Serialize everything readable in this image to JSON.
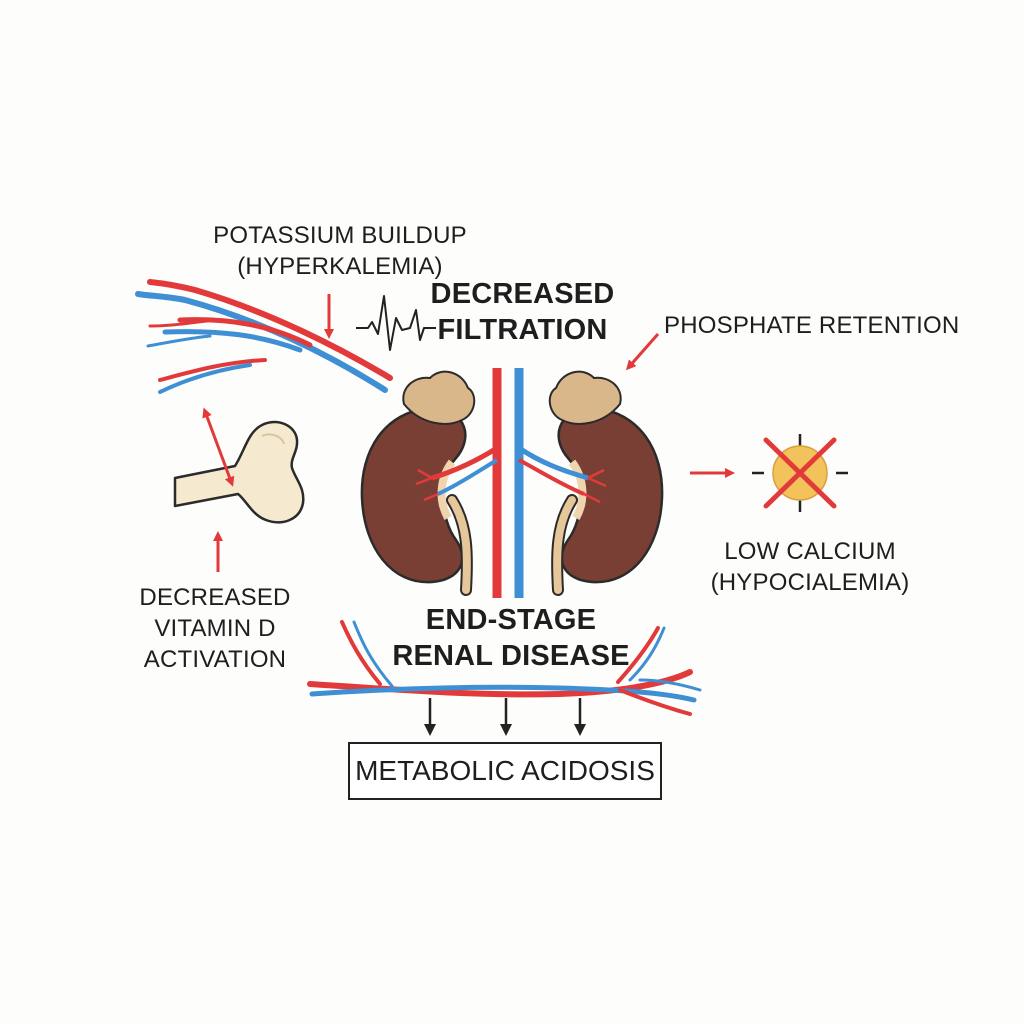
{
  "labels": {
    "potassium": {
      "line1": "POTASSIUM BUILDUP",
      "line2": "(HYPERKALEMIA)"
    },
    "filtration": {
      "line1": "DECREASED",
      "line2": "FILTRATION"
    },
    "phosphate": {
      "line1": "PHOSPHATE RETENTION"
    },
    "calcium": {
      "line1": "LOW CALCIUM",
      "line2": "(HYPOCIALEMIA)"
    },
    "vitamin_d": {
      "line1": "DECREASED",
      "line2": "VITAMIN D",
      "line3": "ACTIVATION"
    },
    "esrd": {
      "line1": "END-STAGE",
      "line2": "RENAL DISEASE"
    },
    "acidosis": {
      "line1": "METABOLIC ACIDOSIS"
    }
  },
  "colors": {
    "artery": "#e23a3a",
    "vein": "#3f8fd4",
    "kidney": "#7a3f34",
    "adrenal": "#d9b78a",
    "ureter": "#e6c79a",
    "bone": "#f5ead0",
    "sun": "#f3c25a",
    "arrow_red": "#e23a3a",
    "ink": "#1e1e1e"
  }
}
